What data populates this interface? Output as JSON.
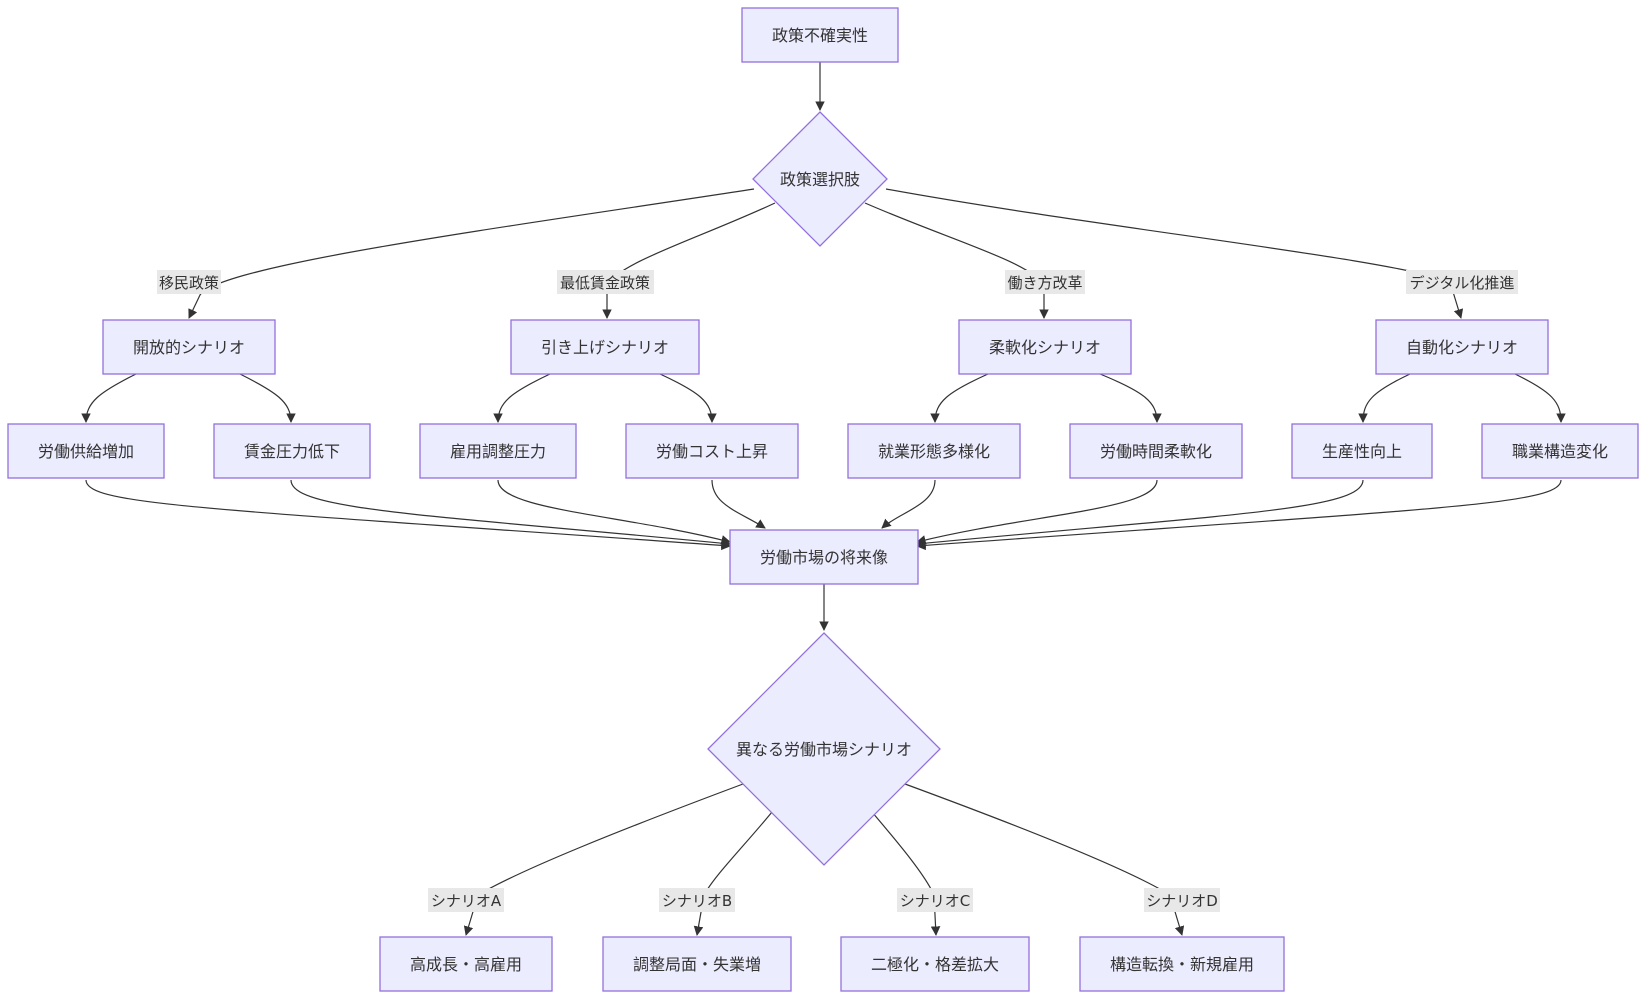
{
  "nodes": {
    "uncertainty": "政策不確実性",
    "policy_options": "政策選択肢",
    "open_scenario": "開放的シナリオ",
    "raise_scenario": "引き上げシナリオ",
    "flex_scenario": "柔軟化シナリオ",
    "auto_scenario": "自動化シナリオ",
    "labor_supply_up": "労働供給増加",
    "wage_pressure_down": "賃金圧力低下",
    "employment_adjust": "雇用調整圧力",
    "labor_cost_up": "労働コスト上昇",
    "work_style_diversify": "就業形態多様化",
    "work_hours_flex": "労働時間柔軟化",
    "productivity_up": "生産性向上",
    "job_structure_change": "職業構造変化",
    "labor_future": "労働市場の将来像",
    "market_scenarios": "異なる労働市場シナリオ",
    "high_growth": "高成長・高雇用",
    "adjustment": "調整局面・失業増",
    "polarization": "二極化・格差拡大",
    "structural_shift": "構造転換・新規雇用"
  },
  "edge_labels": {
    "immigration": "移民政策",
    "min_wage": "最低賃金政策",
    "work_reform": "働き方改革",
    "digitalization": "デジタル化推進",
    "scenario_a": "シナリオA",
    "scenario_b": "シナリオB",
    "scenario_c": "シナリオC",
    "scenario_d": "シナリオD"
  }
}
